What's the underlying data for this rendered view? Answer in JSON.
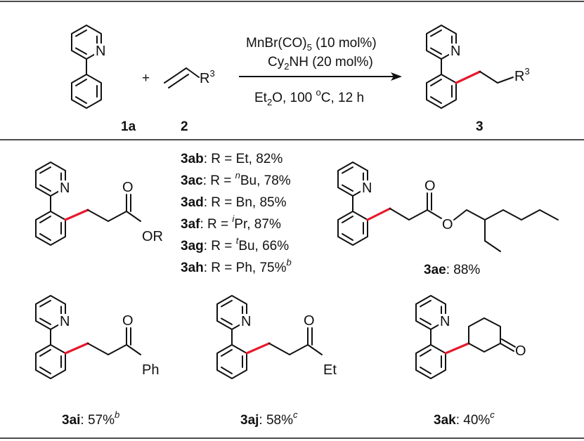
{
  "reaction": {
    "conditions": {
      "line1": {
        "base": "MnBr(CO)",
        "sub": "5",
        "tail": " (10 mol%)"
      },
      "line2": {
        "base": "Cy",
        "sub": "2",
        "tail": "NH (20 mol%)"
      },
      "line3": {
        "base": "Et",
        "sub": "2",
        "mid": "O, 100 ",
        "sup": "o",
        "tail": "C, 12 h"
      }
    },
    "plus": "+",
    "reactant1_label": "1a",
    "reactant2_label": "2",
    "product_label": "3",
    "r3": {
      "base": "R",
      "sup": "3"
    }
  },
  "atoms": {
    "n": "N",
    "o": "O",
    "or": "OR",
    "ph": "Ph",
    "et": "Et"
  },
  "entries": [
    {
      "id": "3ab",
      "text": ": R = Et, 82%"
    },
    {
      "id": "3ac",
      "pre": ": R = ",
      "sup": "n",
      "text": "Bu, 78%"
    },
    {
      "id": "3ad",
      "text": ": R = Bn, 85%"
    },
    {
      "id": "3af",
      "pre": ": R = ",
      "sup": "i",
      "text": "Pr, 87%"
    },
    {
      "id": "3ag",
      "pre": ": R = ",
      "sup": "t",
      "text": "Bu, 66%"
    },
    {
      "id": "3ah",
      "text": ": R = Ph, 75%",
      "note": "b"
    }
  ],
  "compounds": {
    "ae": {
      "id": "3ae",
      "yield": ": 88%"
    },
    "ai": {
      "id": "3ai",
      "yield": ": 57%",
      "note": "b"
    },
    "aj": {
      "id": "3aj",
      "yield": ": 58%",
      "note": "c"
    },
    "ak": {
      "id": "3ak",
      "yield": ": 40%",
      "note": "c"
    }
  },
  "colors": {
    "new_bond": "#e8192c",
    "ink": "#111111"
  }
}
